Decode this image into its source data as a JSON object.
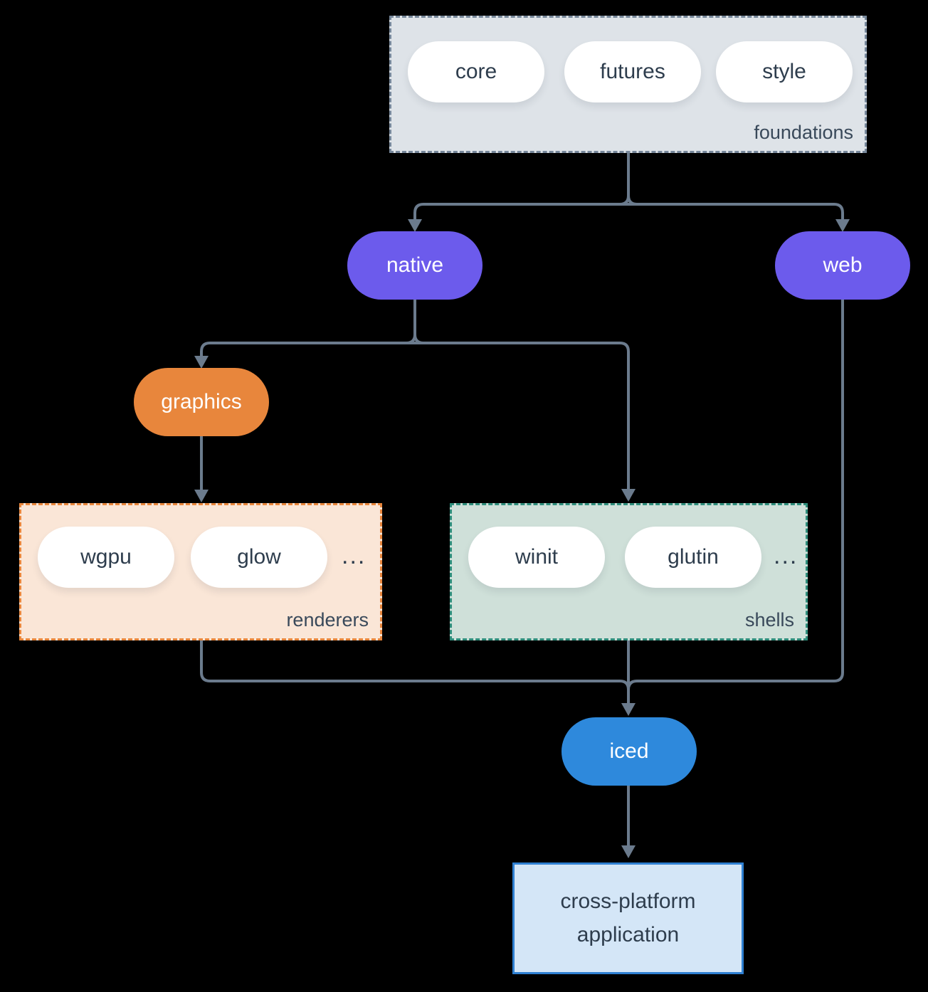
{
  "diagram": {
    "foundations": {
      "label": "foundations",
      "pills": [
        "core",
        "futures",
        "style"
      ]
    },
    "native": {
      "label": "native"
    },
    "web": {
      "label": "web"
    },
    "graphics": {
      "label": "graphics"
    },
    "renderers": {
      "label": "renderers",
      "pills": [
        "wgpu",
        "glow"
      ],
      "ellipsis": "..."
    },
    "shells": {
      "label": "shells",
      "pills": [
        "winit",
        "glutin"
      ],
      "ellipsis": "..."
    },
    "iced": {
      "label": "iced"
    },
    "application": {
      "label": "cross-platform application"
    }
  },
  "colors": {
    "background": "#000000",
    "connector": "#6b7b8d",
    "dark_text": "#2e3d4d",
    "foundations_fill": "#dee3e8",
    "foundations_border": "#76879a",
    "native_web_fill": "#6c5bec",
    "graphics_fill": "#e8863c",
    "renderers_fill": "#fae6d7",
    "renderers_border": "#e8863c",
    "shells_fill": "#cfe0d9",
    "shells_border": "#2f8e7c",
    "iced_fill": "#2e89dc",
    "application_fill": "#d4e6f7",
    "application_border": "#2f80d2"
  }
}
